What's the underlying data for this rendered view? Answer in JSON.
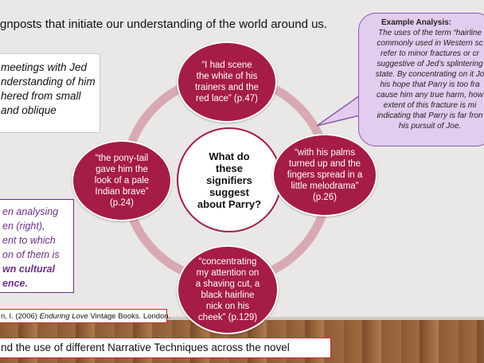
{
  "heading": "gnposts that initiate our understanding of the world around us.",
  "left_box": {
    "lines": [
      "meetings with Jed",
      "nderstanding of him",
      "hered from small",
      "and oblique"
    ]
  },
  "purple_box": {
    "lines": [
      "en analysing",
      "en (right),",
      "ent to which",
      "on of them is"
    ],
    "bold_lines": [
      "wn cultural",
      "ence."
    ]
  },
  "citation": {
    "prefix": "n, I. (2006) ",
    "title": "Enduring Love",
    "suffix": " Vintage Books. London."
  },
  "banner": "nd the use of different Narrative Techniques across the novel",
  "center": {
    "lines": [
      "What do",
      "these",
      "signifiers",
      "suggest",
      "about Parry?"
    ]
  },
  "quotes": {
    "top": [
      "“I had scene",
      "the white of his",
      "trainers and the",
      "red lace” (p.47)"
    ],
    "left": [
      "“the pony-tail",
      "gave him the",
      "look of a pale",
      "Indian brave”",
      "(p.24)"
    ],
    "right": [
      "“with his palms",
      "turned up and the",
      "fingers spread in a",
      "little melodrama”",
      "(p.26)"
    ],
    "bottom": [
      "“concentrating",
      "my attention on",
      "a shaving cut, a",
      "black hairline",
      "nick on his",
      "cheek” (p.129)"
    ]
  },
  "callout": {
    "title": "Example Analysis:",
    "lines": [
      "The uses of the term “hairline",
      "commonly used in Western sc",
      "refer to minor fractures or cr",
      "suggestive of Jed’s splintering",
      "state. By concentrating on it Jo",
      "his hope that Parry is too fra",
      "cause him any true harm, how",
      "extent of this fracture is mi",
      "indicating that Parry is far fron",
      "his pursuit of Joe."
    ]
  },
  "colors": {
    "node": "#a51c44",
    "ring": "#d9a9b2",
    "callout_fill": "#e2ccef",
    "accent_red": "#c62828",
    "accent_purple": "#6b2f8a"
  }
}
